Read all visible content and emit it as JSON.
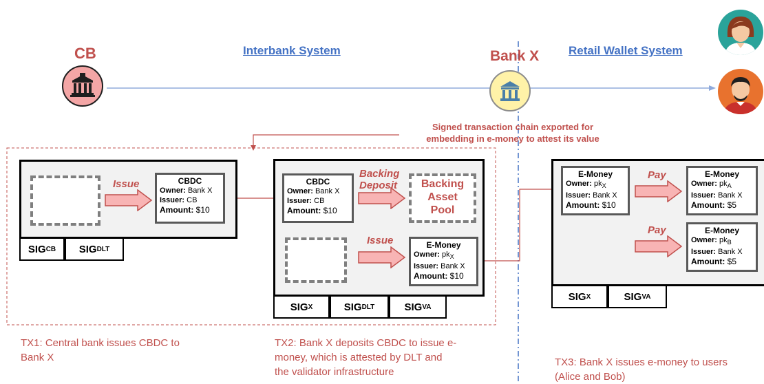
{
  "header": {
    "cb_label": "CB",
    "bank_label": "Bank X",
    "interbank_link": "Interbank System",
    "retail_link": "Retail Wallet System"
  },
  "export_note": {
    "line1": "Signed transaction chain exported for",
    "line2": "embedding in e-money to attest its value"
  },
  "tx1": {
    "issue_label": "Issue",
    "card": {
      "title": "CBDC",
      "owner_key": "Owner:",
      "owner_val": "Bank X",
      "issuer_key": "Issuer:",
      "issuer_val": "CB",
      "amount_key": "Amount:",
      "amount_val": "$10"
    },
    "sigs": [
      {
        "main": "SIG",
        "sub": "CB"
      },
      {
        "main": "SIG",
        "sub": "DLT"
      }
    ],
    "caption_line1": "TX1: Central bank issues CBDC to",
    "caption_line2": "Bank X"
  },
  "tx2": {
    "backing_label_line1": "Backing",
    "backing_label_line2": "Deposit",
    "pool_line1": "Backing",
    "pool_line2": "Asset",
    "pool_line3": "Pool",
    "issue_label": "Issue",
    "cbdc_card": {
      "title": "CBDC",
      "owner_key": "Owner:",
      "owner_val": "Bank X",
      "issuer_key": "Issuer:",
      "issuer_val": "CB",
      "amount_key": "Amount:",
      "amount_val": "$10"
    },
    "emoney_card": {
      "title": "E-Money",
      "owner_key": "Owner:",
      "owner_val": "pk",
      "owner_sub": "X",
      "issuer_key": "Issuer:",
      "issuer_val": "Bank X",
      "amount_key": "Amount:",
      "amount_val": "$10"
    },
    "sigs": [
      {
        "main": "SIG",
        "sub": "X"
      },
      {
        "main": "SIG",
        "sub": "DLT"
      },
      {
        "main": "SIG",
        "sub": "VA"
      }
    ],
    "caption_line1": "TX2: Bank X deposits CBDC to issue e-",
    "caption_line2": "money, which is attested by DLT and",
    "caption_line3": "the validator infrastructure"
  },
  "tx3": {
    "pay_label_1": "Pay",
    "pay_label_2": "Pay",
    "source_card": {
      "title": "E-Money",
      "owner_key": "Owner:",
      "owner_val": "pk",
      "owner_sub": "X",
      "issuer_key": "Issuer:",
      "issuer_val": "Bank X",
      "amount_key": "Amount:",
      "amount_val": "$10"
    },
    "card_a": {
      "title": "E-Money",
      "owner_key": "Owner:",
      "owner_val": "pk",
      "owner_sub": "A",
      "issuer_key": "Issuer:",
      "issuer_val": "Bank X",
      "amount_key": "Amount:",
      "amount_val": "$5"
    },
    "card_b": {
      "title": "E-Money",
      "owner_key": "Owner:",
      "owner_val": "pk",
      "owner_sub": "B",
      "issuer_key": "Issuer:",
      "issuer_val": "Bank X",
      "amount_key": "Amount:",
      "amount_val": "$5"
    },
    "sigs": [
      {
        "main": "SIG",
        "sub": "X"
      },
      {
        "main": "SIG",
        "sub": "VA"
      }
    ],
    "caption_line1": "TX3: Bank X issues e-money to users",
    "caption_line2": "(Alice and Bob)"
  },
  "colors": {
    "accent_red": "#c0504d",
    "link_blue": "#4472c4",
    "cb_circle": "#f4a6a6",
    "bank_circle": "#fff2a8",
    "arrow_fill": "#f8b4b4"
  }
}
